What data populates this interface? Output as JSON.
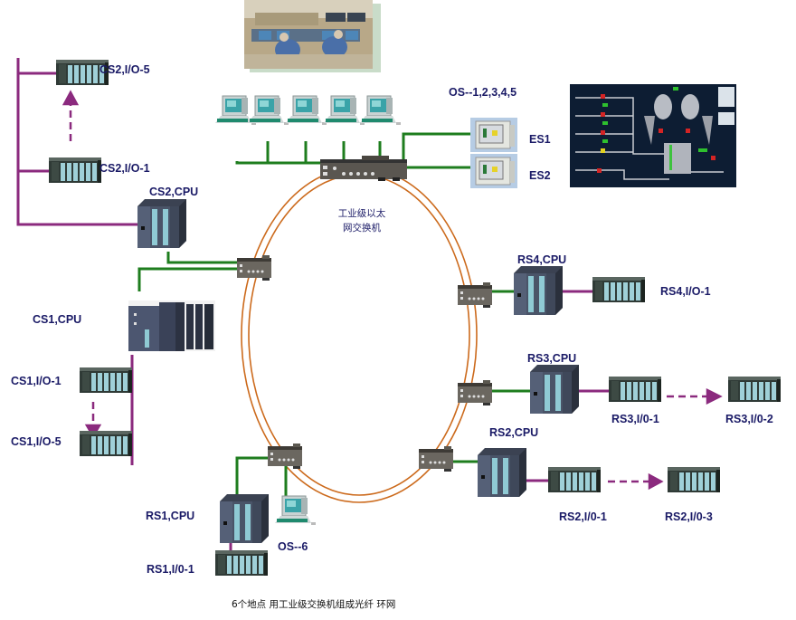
{
  "diagram": {
    "caption": "6个地点 用工业级交换机组成光纤 环网",
    "core_switch_label_line1": "工业级以太",
    "core_switch_label_line2": "网交换机",
    "colors": {
      "ethernet_link": "#1e7d1e",
      "profibus_link": "#8b2a7e",
      "fiber_ring": "#cc6a1c",
      "label_text": "#1a1a66"
    },
    "operator_stations": {
      "label": "OS--1,2,3,4,5",
      "count": 5
    },
    "engineering_stations": [
      {
        "label": "ES1"
      },
      {
        "label": "ES2"
      }
    ],
    "control_stations": {
      "cs2": {
        "cpu": "CS2,CPU",
        "io_first": "CS2,I/O-1",
        "io_last": "CS2,I/O-5"
      },
      "cs1": {
        "cpu": "CS1,CPU",
        "io_first": "CS1,I/O-1",
        "io_last": "CS1,I/O-5"
      }
    },
    "remote_stations": {
      "rs4": {
        "cpu": "RS4,CPU",
        "io_first": "RS4,I/O-1"
      },
      "rs3": {
        "cpu": "RS3,CPU",
        "io_first": "RS3,I/0-1",
        "io_last": "RS3,I/0-2"
      },
      "rs2": {
        "cpu": "RS2,CPU",
        "io_first": "RS2,I/0-1",
        "io_last": "RS2,I/0-3"
      },
      "rs1": {
        "cpu": "RS1,CPU",
        "io_first": "RS1,I/0-1",
        "os": "OS--6"
      }
    }
  }
}
